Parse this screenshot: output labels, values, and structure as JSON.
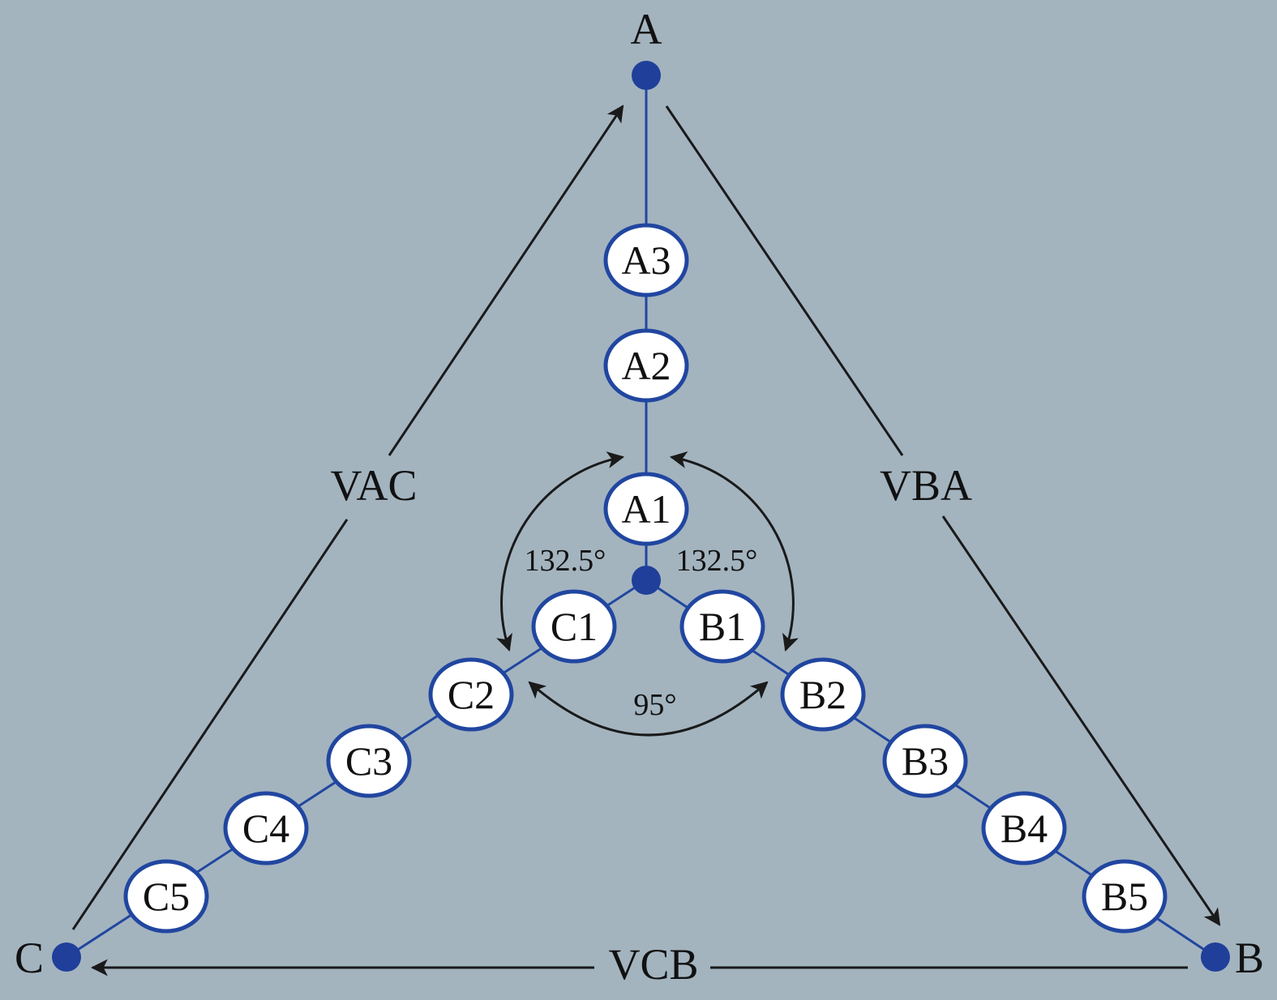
{
  "terminals": {
    "a": "A",
    "b": "B",
    "c": "C"
  },
  "voltages": {
    "vac": "VAC",
    "vba": "VBA",
    "vcb": "VCB"
  },
  "nodes": {
    "a1": "A1",
    "a2": "A2",
    "a3": "A3",
    "b1": "B1",
    "b2": "B2",
    "b3": "B3",
    "b4": "B4",
    "b5": "B5",
    "c1": "C1",
    "c2": "C2",
    "c3": "C3",
    "c4": "C4",
    "c5": "C5"
  },
  "angles": {
    "left": "132.5°",
    "right": "132.5°",
    "bottom": "95°"
  },
  "colors": {
    "background": "#a3b4bf",
    "wire": "#2146a0",
    "dot": "#1f3f9a",
    "arrow": "#1a1a1a"
  }
}
